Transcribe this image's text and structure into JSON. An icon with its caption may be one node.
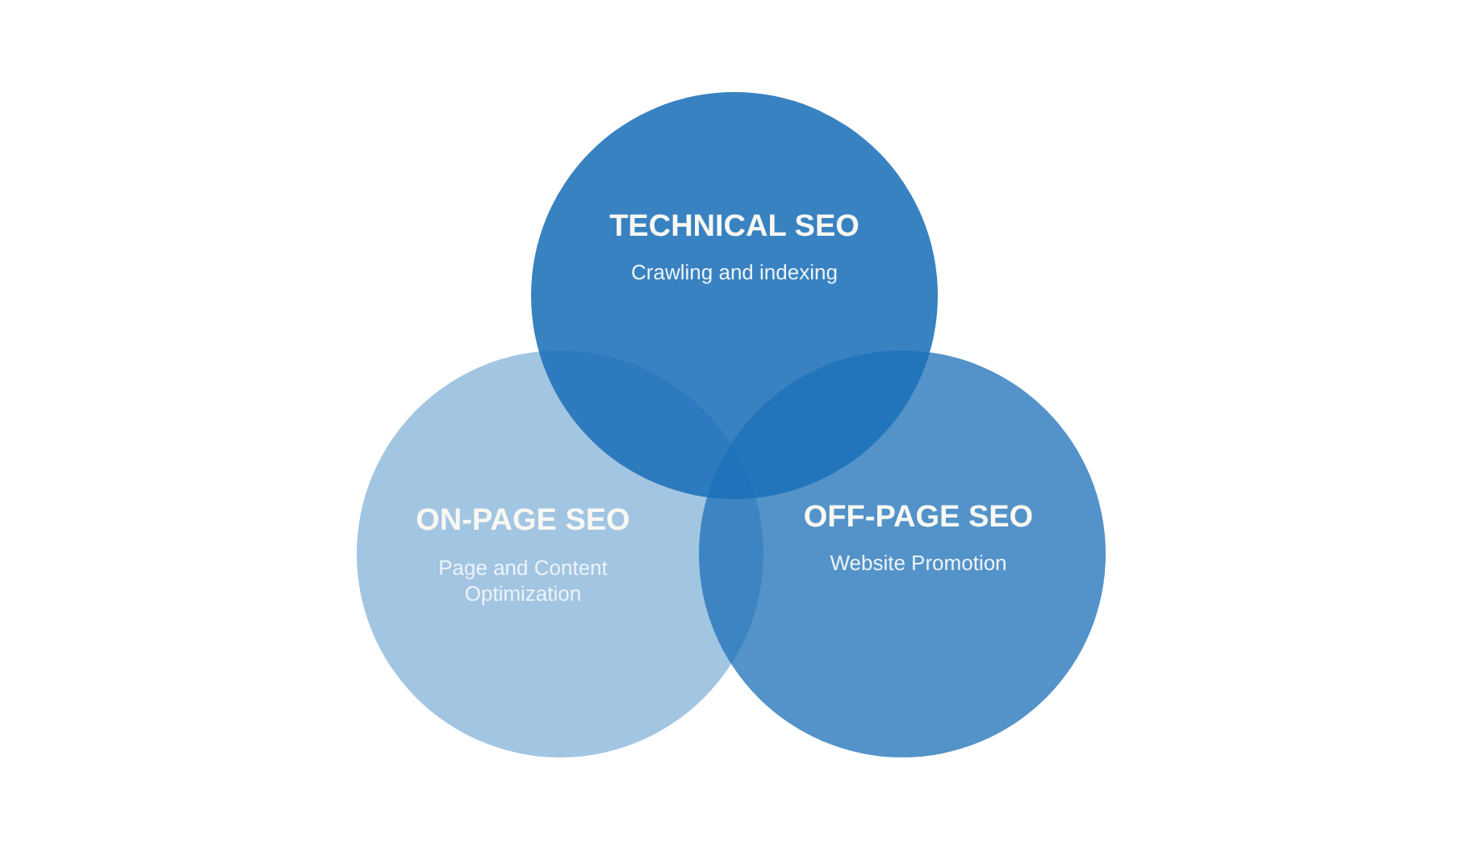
{
  "diagram": {
    "nodes": [
      {
        "text": [
          "TECHNICAL SEO",
          "Crawling and indexing"
        ]
      },
      {
        "text": [
          "ON-PAGE SEO",
          "Page and Content Optimization"
        ]
      },
      {
        "text": [
          "OFF-PAGE SEO",
          "Website Promotion"
        ]
      }
    ]
  }
}
